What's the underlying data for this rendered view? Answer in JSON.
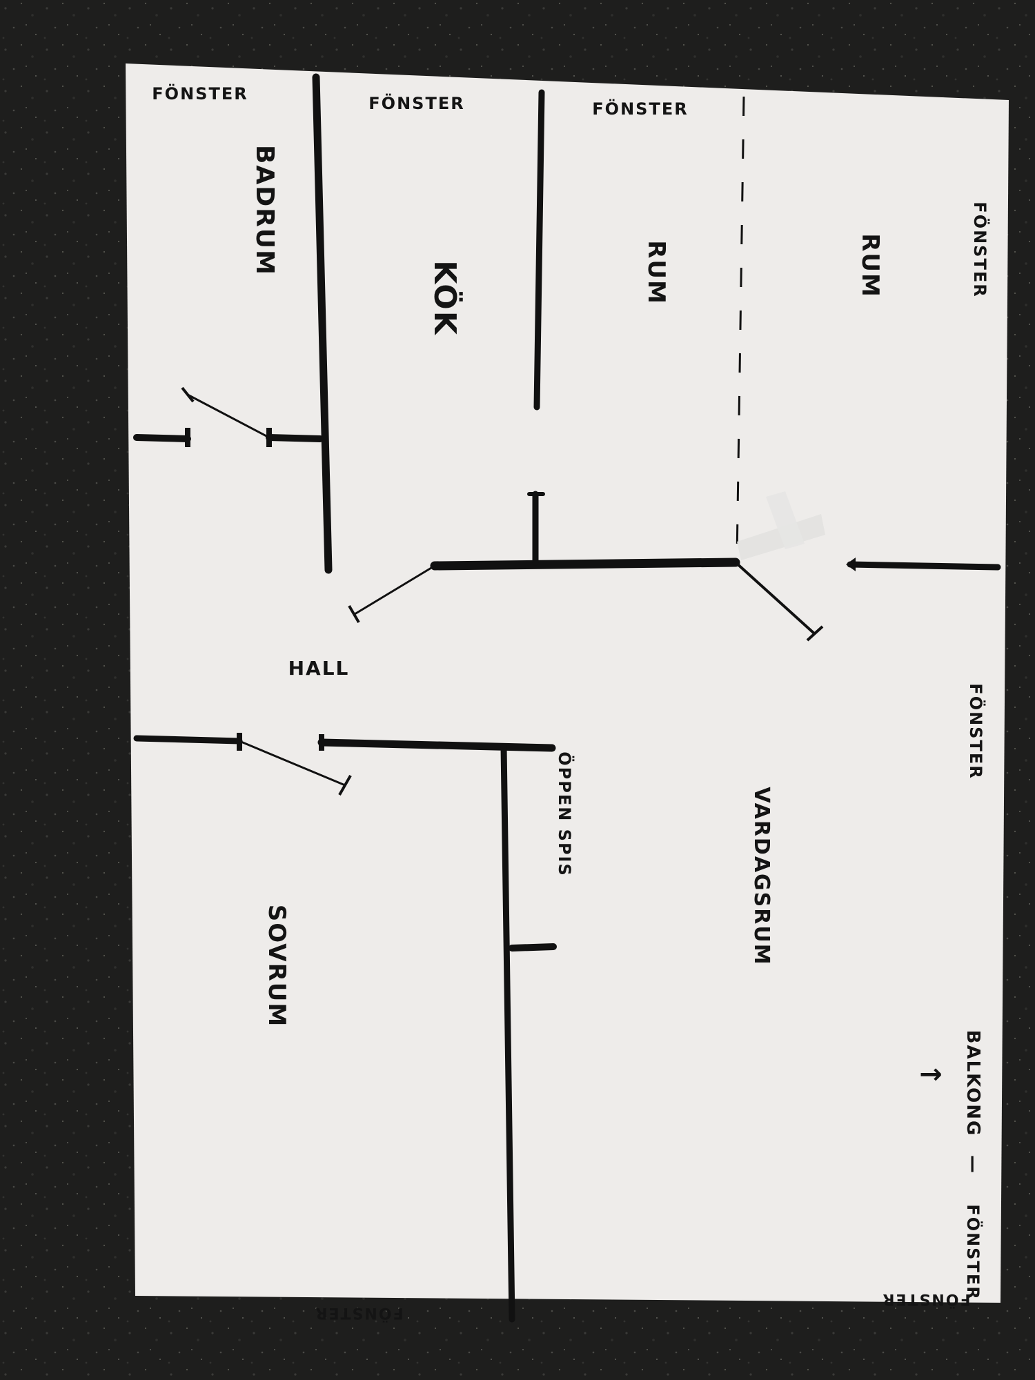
{
  "colors": {
    "background": "#1b1b1a",
    "paper": "#eeecea",
    "ink": "#111111"
  },
  "rooms": {
    "badrum": "BADRUM",
    "kok": "KÖK",
    "rum_1": "RUM",
    "rum_2": "RUM",
    "hall": "HALL",
    "sovrum": "SOVRUM",
    "vardagsrum": "VARDAGSRUM"
  },
  "annotations": {
    "fireplace": "ÖPPEN SPIS",
    "balcony": "BALKONG",
    "balcony_dash": "—",
    "balcony_arrow": "→"
  },
  "windows": [
    "FÖNSTER",
    "FÖNSTER",
    "FÖNSTER",
    "FÖNSTER",
    "FÖNSTER",
    "FÖNSTER",
    "FÖNSTER",
    "FÖNSTER"
  ]
}
